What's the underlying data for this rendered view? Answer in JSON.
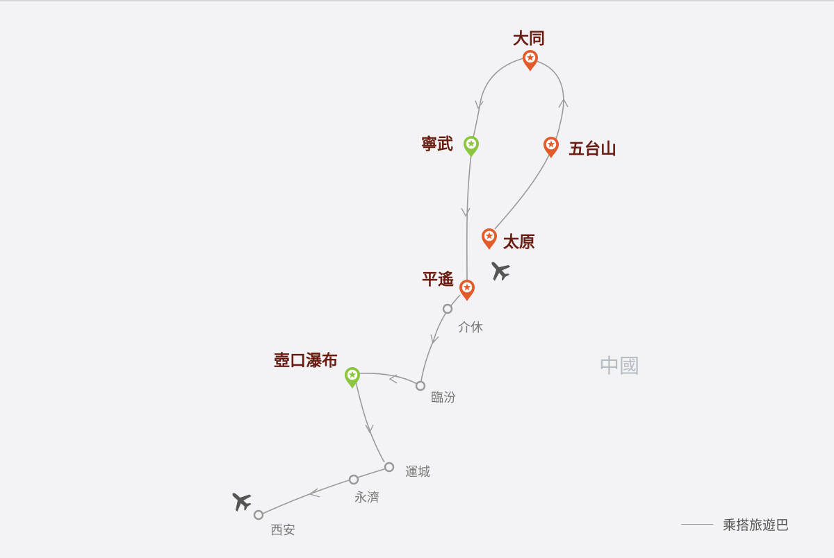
{
  "map": {
    "country_label": "中國",
    "colors": {
      "major_pin": "#e35b2b",
      "minor_pin": "#8cc63f",
      "route": "#9a9a9a",
      "major_label": "#6a1c10",
      "minor_label": "#777777",
      "plane": "#555555"
    },
    "major_stops": [
      {
        "id": "datong",
        "name": "大同",
        "pin": "orange"
      },
      {
        "id": "ningwu",
        "name": "寧武",
        "pin": "green"
      },
      {
        "id": "wutaishan",
        "name": "五台山",
        "pin": "orange"
      },
      {
        "id": "taiyuan",
        "name": "太原",
        "pin": "orange"
      },
      {
        "id": "pingyao",
        "name": "平遙",
        "pin": "orange"
      },
      {
        "id": "hukou",
        "name": "壺口瀑布",
        "pin": "green"
      }
    ],
    "waypoints": [
      {
        "id": "jiexiu",
        "name": "介休"
      },
      {
        "id": "linfen",
        "name": "臨汾"
      },
      {
        "id": "yuncheng",
        "name": "運城"
      },
      {
        "id": "yongji",
        "name": "永濟"
      },
      {
        "id": "xian",
        "name": "西安"
      }
    ],
    "flight_icons": [
      "airplane-icon",
      "airplane-icon"
    ]
  },
  "legend": {
    "bus_label": "乘搭旅遊巴"
  }
}
